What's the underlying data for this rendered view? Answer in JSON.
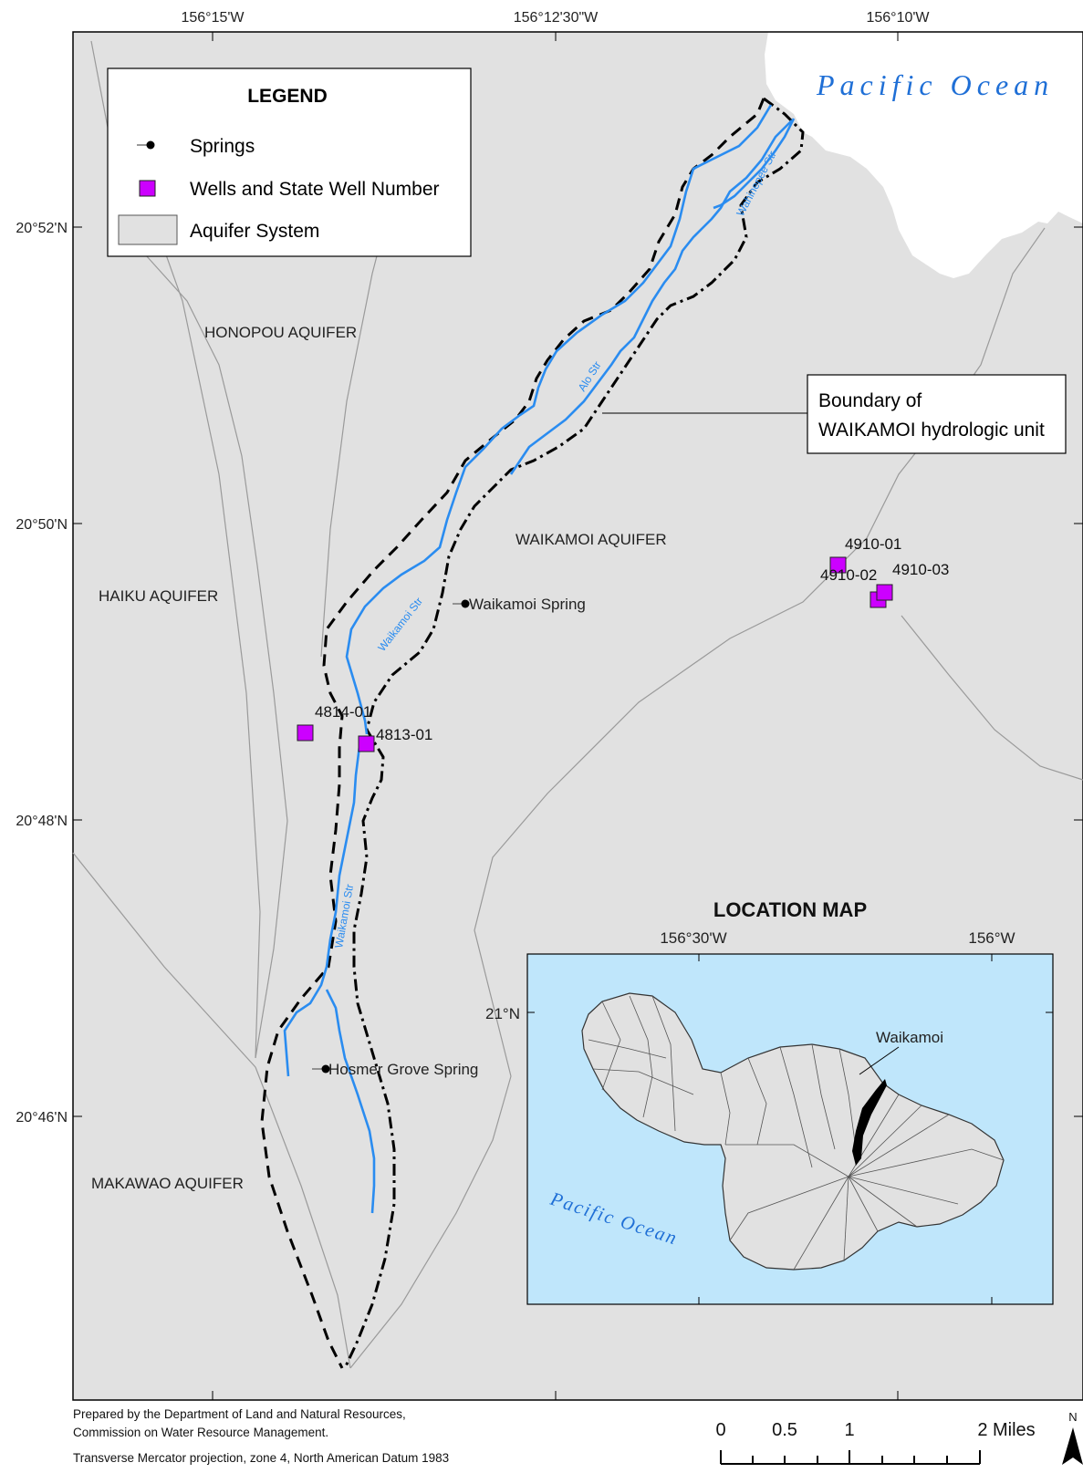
{
  "graticule": {
    "top": [
      "156°15'W",
      "156°12'30\"W",
      "156°10'W"
    ],
    "left": [
      "20°52'N",
      "20°50'N",
      "20°48'N",
      "20°46'N"
    ]
  },
  "legend": {
    "title": "LEGEND",
    "items": [
      "Springs",
      "Wells and State Well Number",
      "Aquifer System"
    ]
  },
  "ocean_label": "Pacific Ocean",
  "boundary_callout": [
    "Boundary of",
    "WAIKAMOI hydrologic unit"
  ],
  "aquifers": [
    "HONOPOU AQUIFER",
    "WAIKAMOI AQUIFER",
    "HAIKU AQUIFER",
    "MAKAWAO AQUIFER"
  ],
  "streams": [
    "Alo Str",
    "Wahinepee Str",
    "Waikamoi Str",
    "Waikamoi Str"
  ],
  "springs": [
    "Waikamoi Spring",
    "Hosmer Grove Spring"
  ],
  "wells": [
    "4910-01",
    "4910-02",
    "4910-03",
    "4814-01",
    "4813-01"
  ],
  "location_map": {
    "title": "LOCATION MAP",
    "lon_ticks": [
      "156°30'W",
      "156°W"
    ],
    "lat_tick": "21°N",
    "unit_label": "Waikamoi",
    "ocean_label": "Pacific Ocean"
  },
  "footer": {
    "line1": "Prepared by the Department of Land and Natural Resources,",
    "line2": "Commission on Water Resource Management.",
    "line3": "Transverse Mercator projection, zone 4, North American Datum 1983"
  },
  "scale_bar": {
    "labels": [
      "0",
      "0.5",
      "1",
      "2 Miles"
    ],
    "north": "N"
  },
  "colors": {
    "land": "#e1e1e1",
    "stream": "#2a8cf0",
    "well": "#cc00ff",
    "inset_sea": "#bfe6fb",
    "ocean_text": "#1f6fd6"
  }
}
